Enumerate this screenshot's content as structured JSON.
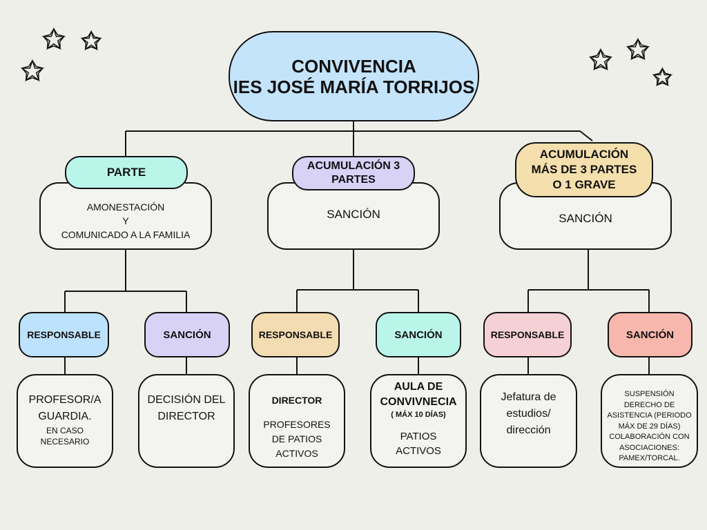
{
  "title": {
    "line1": "CONVIVENCIA",
    "line2": "IES JOSÉ MARÍA TORRIJOS"
  },
  "colors": {
    "title_fill": "#c4e4fb",
    "parte": "#b9f6e9",
    "acum3": "#d8d2f7",
    "acum_mas": "#f5dfac",
    "resp1": "#bde2fd",
    "sanc1": "#d8d2f7",
    "resp2": "#f3dcb1",
    "sanc2": "#b9f6e9",
    "resp3": "#f5d1d6",
    "sanc3": "#f7b7ad"
  },
  "branches": [
    {
      "heading": "PARTE",
      "body": {
        "line1": "AMONESTACIÓN",
        "line2": "Y",
        "line3": "COMUNICADO A LA FAMILIA"
      },
      "responsable": "RESPONSABLE",
      "sancion": "SANCIÓN",
      "resp_detail": {
        "line1": "PROFESOR/A",
        "line2": "GUARDIA.",
        "small1": "EN CASO",
        "small2": "NECESARIO"
      },
      "sanc_detail": {
        "line1": "DECISIÓN DEL",
        "line2": "DIRECTOR"
      }
    },
    {
      "heading": {
        "line1": "ACUMULACIÓN 3",
        "line2": "PARTES"
      },
      "body": "SANCIÓN",
      "responsable": "RESPONSABLE",
      "sancion": "SANCIÓN",
      "resp_detail": {
        "bold": "DIRECTOR",
        "line1": "PROFESORES",
        "line2": "DE PATIOS",
        "line3": "ACTIVOS"
      },
      "sanc_detail": {
        "bold1": "AULA DE",
        "bold2": "CONVIVNECIA",
        "small": "( MÁX 10 DÍAS)",
        "line1": "PATIOS",
        "line2": "ACTIVOS"
      }
    },
    {
      "heading": {
        "line1": "ACUMULACIÓN",
        "line2": "MÁS DE 3 PARTES",
        "line3": "O 1 GRAVE"
      },
      "body": "SANCIÓN",
      "responsable": "RESPONSABLE",
      "sancion": "SANCIÓN",
      "resp_detail": {
        "line1": "Jefatura de",
        "line2": "estudios/",
        "line3": "dirección"
      },
      "sanc_detail": {
        "line1": "SUSPENSIÓN",
        "line2": "DERECHO DE",
        "line3": "ASISTENCIA  (PERIODO",
        "line4": "MÁX DE 29 DÍAS)",
        "line5": "COLABORACIÓN CON",
        "line6": "ASOCIACIONES:",
        "line7": "PAMEX/TORCAL."
      }
    }
  ]
}
